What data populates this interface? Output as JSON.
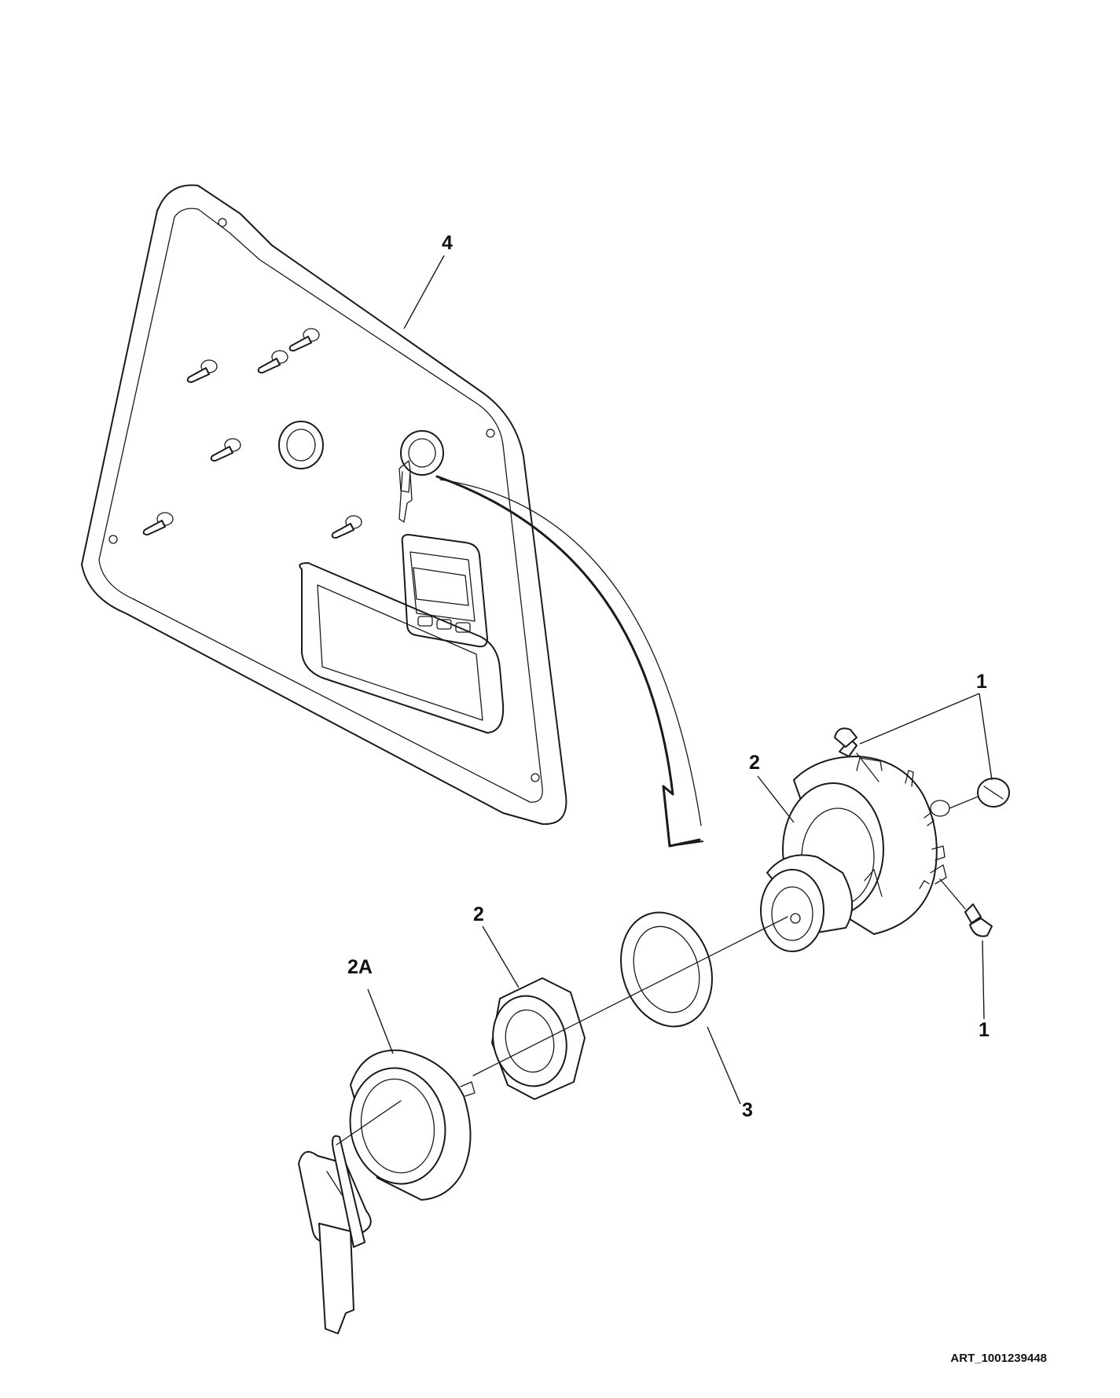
{
  "callouts": {
    "panel": "4",
    "switch_body": "2",
    "nut": "2",
    "cap_and_keys": "2A",
    "washer": "3",
    "screw_top": "1",
    "screw_bottom": "1"
  },
  "art_number": "ART_1001239448",
  "colors": {
    "line": "#1a1a1a",
    "background": "#ffffff"
  }
}
